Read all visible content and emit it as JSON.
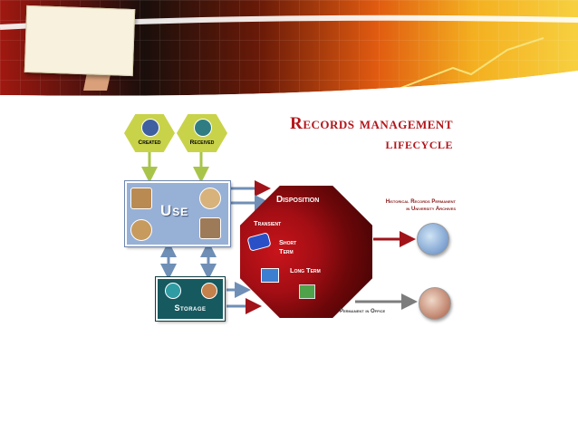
{
  "title": {
    "line1": "Records management",
    "line2": "lifecycle"
  },
  "sources": [
    {
      "label": "Created",
      "icon": "creation-icon"
    },
    {
      "label": "Received",
      "icon": "mail-icon"
    }
  ],
  "use": {
    "label": "Use"
  },
  "storage": {
    "label": "Storage"
  },
  "disposition": {
    "label": "Disposition",
    "transient": "Transient",
    "short_term_1": "Short",
    "short_term_2": "Term",
    "long_term": "Long Term"
  },
  "outcomes": {
    "historical_1": "Historical Records Permanent",
    "historical_2": "in University Archives",
    "permanent_office": "Permanent in Office"
  },
  "colors": {
    "title": "#b3161b",
    "hex": "#c9d34a",
    "use_box": "#97b0d6",
    "storage_box": "#16595f",
    "disposition": "#a30e14"
  }
}
